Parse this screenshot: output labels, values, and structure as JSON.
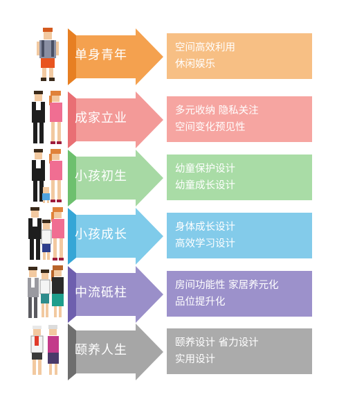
{
  "stages": [
    {
      "label": "单身青年",
      "lines": [
        "空间高效利用",
        "休闲娱乐"
      ],
      "colors": {
        "arrow": "#F4A14F",
        "dark": "#E77F22",
        "box": "#F7BF84"
      }
    },
    {
      "label": "成家立业",
      "lines": [
        "多元收纳  隐私关注",
        "空间变化预见性"
      ],
      "colors": {
        "arrow": "#F39A98",
        "dark": "#E96F74",
        "box": "#F6A5A1"
      }
    },
    {
      "label": "小孩初生",
      "lines": [
        "幼童保护设计",
        "幼童成长设计"
      ],
      "colors": {
        "arrow": "#A7D9A4",
        "dark": "#6DC06E",
        "box": "#A9DCA6"
      }
    },
    {
      "label": "小孩成长",
      "lines": [
        "身体成长设计",
        "高效学习设计"
      ],
      "colors": {
        "arrow": "#7FCBEA",
        "dark": "#35A6D6",
        "box": "#83CBEA"
      }
    },
    {
      "label": "中流砥柱",
      "lines": [
        "房间功能性  家居养元化",
        "品位提升化"
      ],
      "colors": {
        "arrow": "#9A8FC9",
        "dark": "#6E5FAE",
        "box": "#9C91CB"
      }
    },
    {
      "label": "颐养人生",
      "lines": [
        "颐养设计  省力设计",
        "实用设计"
      ],
      "colors": {
        "arrow": "#A6A6A6",
        "dark": "#6E6E6E",
        "box": "#ABABAB"
      }
    }
  ]
}
